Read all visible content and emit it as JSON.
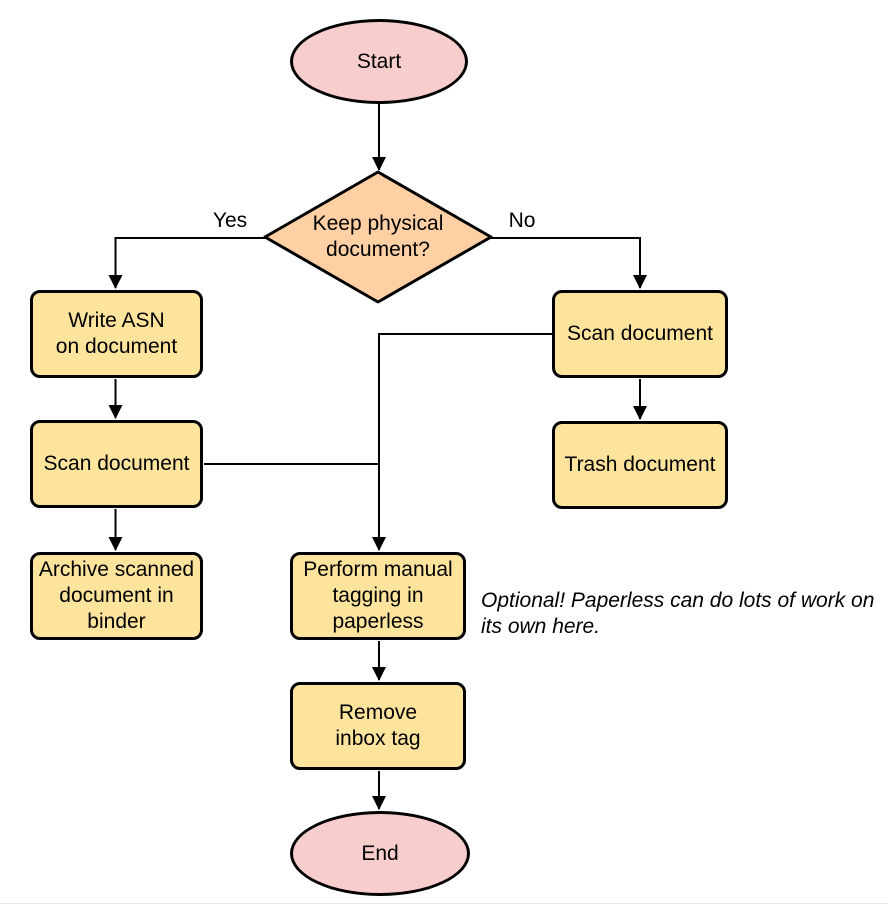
{
  "colors": {
    "terminal_fill": "#f8cecc",
    "decision_fill": "#fed0a4",
    "process_fill": "#fde49c",
    "stroke": "#000000",
    "bottom_rule": "#ebebeb"
  },
  "nodes": {
    "start": {
      "label": "Start"
    },
    "decision_keep_physical": {
      "label": "Keep physical\ndocument?"
    },
    "write_asn": {
      "label": "Write ASN\non document"
    },
    "scan_document_left": {
      "label": "Scan document"
    },
    "archive_binder": {
      "label": "Archive scanned\ndocument in\nbinder"
    },
    "scan_document_right": {
      "label": "Scan document"
    },
    "trash_document": {
      "label": "Trash document"
    },
    "manual_tagging": {
      "label": "Perform manual\ntagging in\npaperless"
    },
    "remove_inbox_tag": {
      "label": "Remove\ninbox tag"
    },
    "end": {
      "label": "End"
    }
  },
  "edge_labels": {
    "yes": "Yes",
    "no": "No"
  },
  "annotation": "Optional! Paperless can do lots of work on\nits own here."
}
